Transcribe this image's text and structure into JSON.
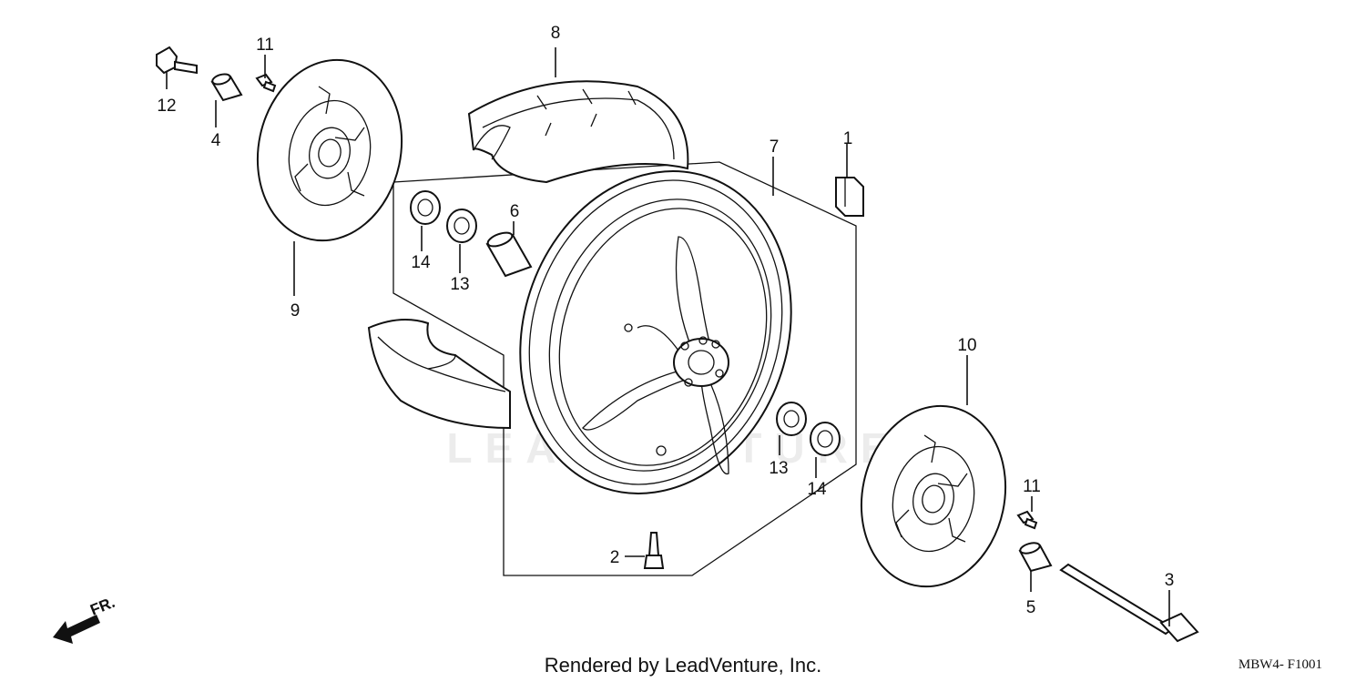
{
  "diagram": {
    "part_labels": [
      {
        "id": "p1",
        "text": "1"
      },
      {
        "id": "p2",
        "text": "2"
      },
      {
        "id": "p3",
        "text": "3"
      },
      {
        "id": "p4",
        "text": "4"
      },
      {
        "id": "p5",
        "text": "5"
      },
      {
        "id": "p6",
        "text": "6"
      },
      {
        "id": "p7",
        "text": "7"
      },
      {
        "id": "p8",
        "text": "8"
      },
      {
        "id": "p9",
        "text": "9"
      },
      {
        "id": "p10",
        "text": "10"
      },
      {
        "id": "p11a",
        "text": "11"
      },
      {
        "id": "p11b",
        "text": "11"
      },
      {
        "id": "p12",
        "text": "12"
      },
      {
        "id": "p13a",
        "text": "13"
      },
      {
        "id": "p13b",
        "text": "13"
      },
      {
        "id": "p14a",
        "text": "14"
      },
      {
        "id": "p14b",
        "text": "14"
      }
    ],
    "direction_label": "FR.",
    "footer_credit": "Rendered by LeadVenture, Inc.",
    "drawing_code": "MBW4- F1001",
    "watermark": "LEADVENTURE"
  }
}
